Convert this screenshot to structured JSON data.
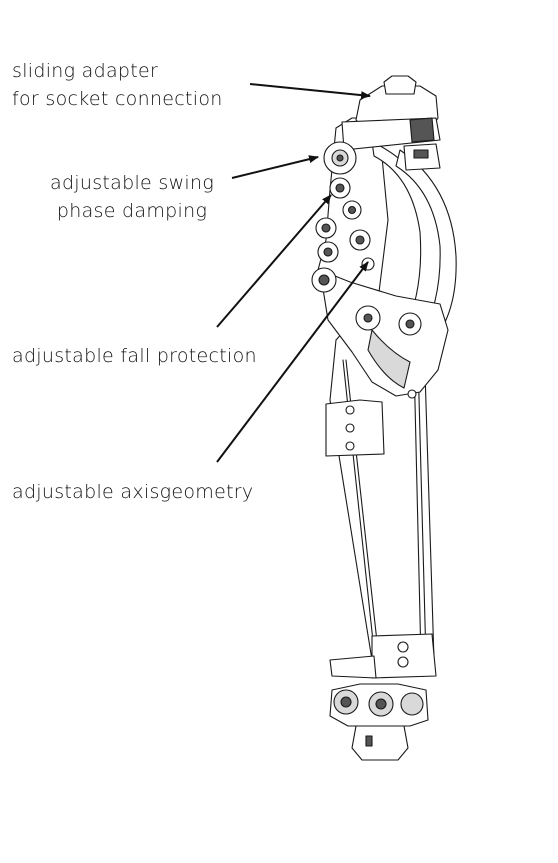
{
  "labels": {
    "sliding_adapter": [
      "sliding adapter",
      "for socket connection"
    ],
    "swing_phase": [
      "adjustable swing",
      "phase damping"
    ],
    "fall_protection": "adjustable fall protection",
    "axis_geometry": "adjustable axisgeometry"
  },
  "colors": {
    "ink": "#111111",
    "line": "#1a1a1a",
    "fill": "#ffffff",
    "shade": "#d9d9d9",
    "dark": "#555555"
  }
}
